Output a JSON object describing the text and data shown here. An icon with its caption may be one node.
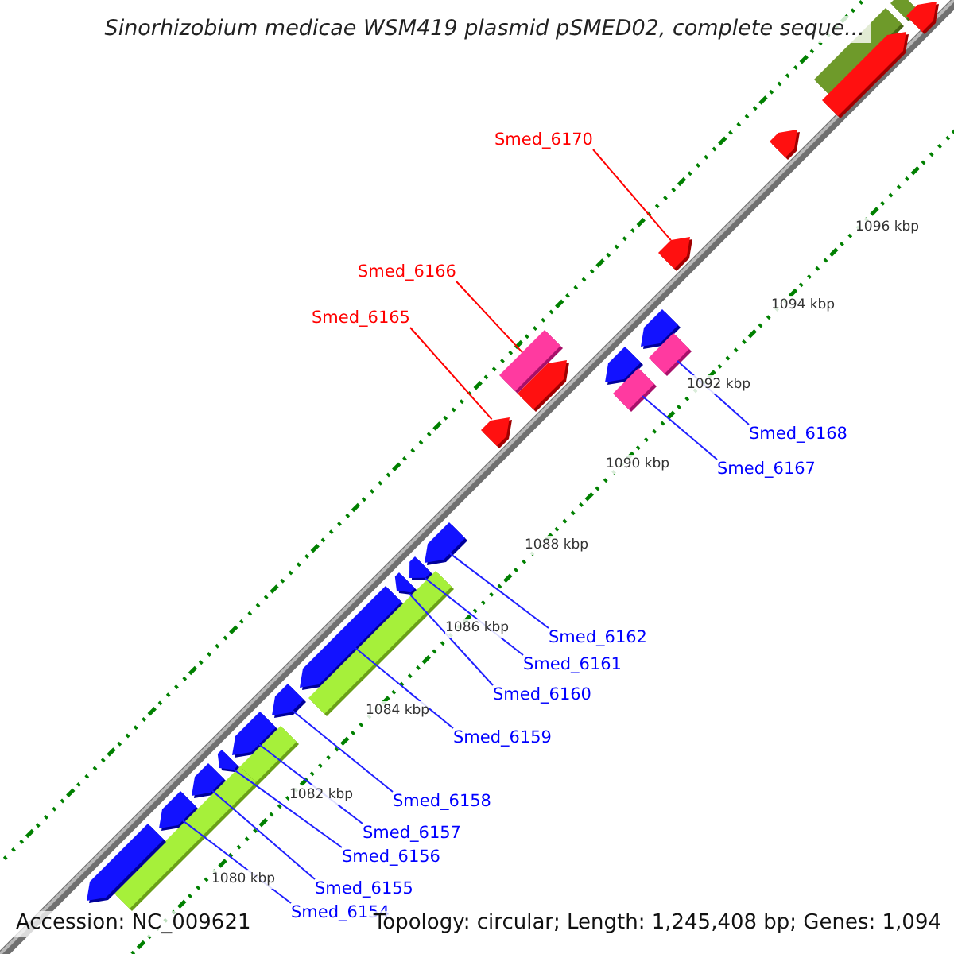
{
  "diagram": {
    "title": "Sinorhizobium medicae WSM419 plasmid pSMED02, complete seque...",
    "nodes": [
      {
        "text": [
          "Smed_6170"
        ]
      },
      {
        "text": [
          "Smed_6166"
        ]
      },
      {
        "text": [
          "Smed_6165"
        ]
      },
      {
        "text": [
          "Smed_6168"
        ]
      },
      {
        "text": [
          "Smed_6167"
        ]
      },
      {
        "text": [
          "Smed_6162"
        ]
      },
      {
        "text": [
          "Smed_6161"
        ]
      },
      {
        "text": [
          "Smed_6160"
        ]
      },
      {
        "text": [
          "Smed_6159"
        ]
      },
      {
        "text": [
          "Smed_6158"
        ]
      },
      {
        "text": [
          "Smed_6157"
        ]
      },
      {
        "text": [
          "Smed_6156"
        ]
      },
      {
        "text": [
          "Smed_6155"
        ]
      },
      {
        "text": [
          "Smed_6154"
        ]
      },
      {
        "text": [],
        "shape": "bar"
      },
      {
        "text": [],
        "shape": "pentagon"
      },
      {
        "text": [],
        "shape": "bar"
      },
      {
        "text": [],
        "shape": "pentagon"
      },
      {
        "text": [],
        "shape": "pentagon"
      },
      {
        "text": [],
        "shape": "pentagon"
      },
      {
        "text": [],
        "shape": "pentagon"
      },
      {
        "text": [],
        "shape": "bar"
      },
      {
        "text": [],
        "shape": "bar"
      },
      {
        "text": [],
        "shape": "pentagon"
      },
      {
        "text": [],
        "shape": "pentagon"
      },
      {
        "text": [],
        "shape": "bar"
      },
      {
        "text": [],
        "shape": "pentagon"
      },
      {
        "text": [],
        "shape": "pentagon"
      },
      {
        "text": [],
        "shape": "pentagon"
      },
      {
        "text": [],
        "shape": "pentagon"
      },
      {
        "text": [],
        "shape": "pentagon"
      },
      {
        "text": [],
        "shape": "bar"
      },
      {
        "text": [],
        "shape": "pentagon"
      },
      {
        "text": [],
        "shape": "pentagon"
      },
      {
        "text": [],
        "shape": "bar"
      },
      {
        "text": [],
        "shape": "pentagon"
      },
      {
        "text": [],
        "shape": "pentagon"
      },
      {
        "text": [],
        "shape": "pentagon"
      },
      {
        "text": [],
        "shape": "bar"
      },
      {
        "text": [],
        "shape": "pentagon"
      }
    ],
    "edges": [
      {
        "from": 0,
        "to": 19,
        "arrow": "none",
        "color": "#ff0000"
      },
      {
        "from": 1,
        "to": 22,
        "arrow": "none",
        "color": "#ff0000"
      },
      {
        "from": 2,
        "to": 26,
        "arrow": "none",
        "color": "#ff0000"
      },
      {
        "from": 3,
        "to": 21,
        "arrow": "none"
      },
      {
        "from": 4,
        "to": 25,
        "arrow": "none"
      },
      {
        "from": 5,
        "to": 27,
        "arrow": "none"
      },
      {
        "from": 6,
        "to": 28,
        "arrow": "none"
      },
      {
        "from": 7,
        "to": 29,
        "arrow": "none"
      },
      {
        "from": 8,
        "to": 30,
        "arrow": "none"
      },
      {
        "from": 9,
        "to": 32,
        "arrow": "none"
      },
      {
        "from": 10,
        "to": 33,
        "arrow": "none"
      },
      {
        "from": 11,
        "to": 35,
        "arrow": "none"
      },
      {
        "from": 12,
        "to": 36,
        "arrow": "none"
      },
      {
        "from": 13,
        "to": 37,
        "arrow": "none"
      }
    ],
    "labels": [
      "1096 kbp",
      "1094 kbp",
      "1092 kbp",
      "1090 kbp",
      "1088 kbp",
      "1086 kbp",
      "1084 kbp",
      "1082 kbp",
      "1080 kbp",
      "Accession: NC_009621",
      "Topology: circular; Length: 1,245,408 bp; Genes: 1,094"
    ]
  }
}
